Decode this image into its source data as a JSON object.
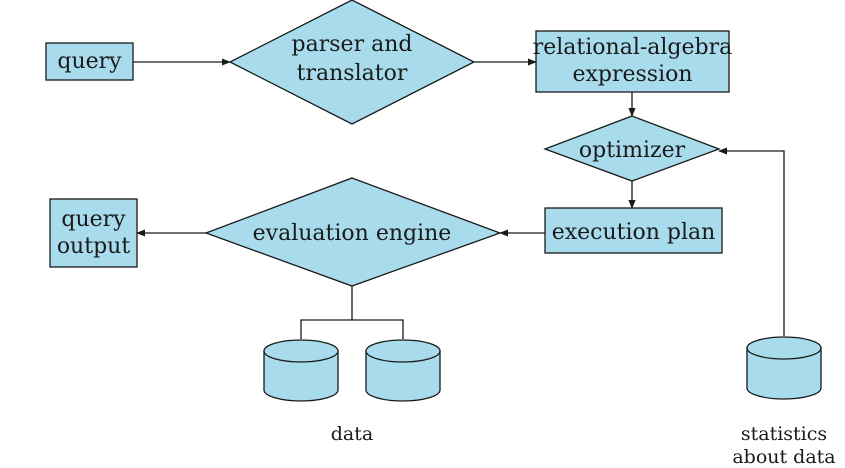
{
  "colors": {
    "node_fill": "#a8dced",
    "stroke": "#1a1a1a",
    "background": "#ffffff"
  },
  "nodes": {
    "query": {
      "label": "query"
    },
    "parser": {
      "lines": [
        "parser and",
        "translator"
      ]
    },
    "relational_algebra": {
      "lines": [
        "relational-algebra",
        "expression"
      ]
    },
    "optimizer": {
      "label": "optimizer"
    },
    "execution_plan": {
      "label": "execution plan"
    },
    "evaluation_engine": {
      "label": "evaluation engine"
    },
    "query_output": {
      "lines": [
        "query",
        "output"
      ]
    },
    "data": {
      "label": "data"
    },
    "statistics": {
      "lines": [
        "statistics",
        "about data"
      ]
    }
  }
}
